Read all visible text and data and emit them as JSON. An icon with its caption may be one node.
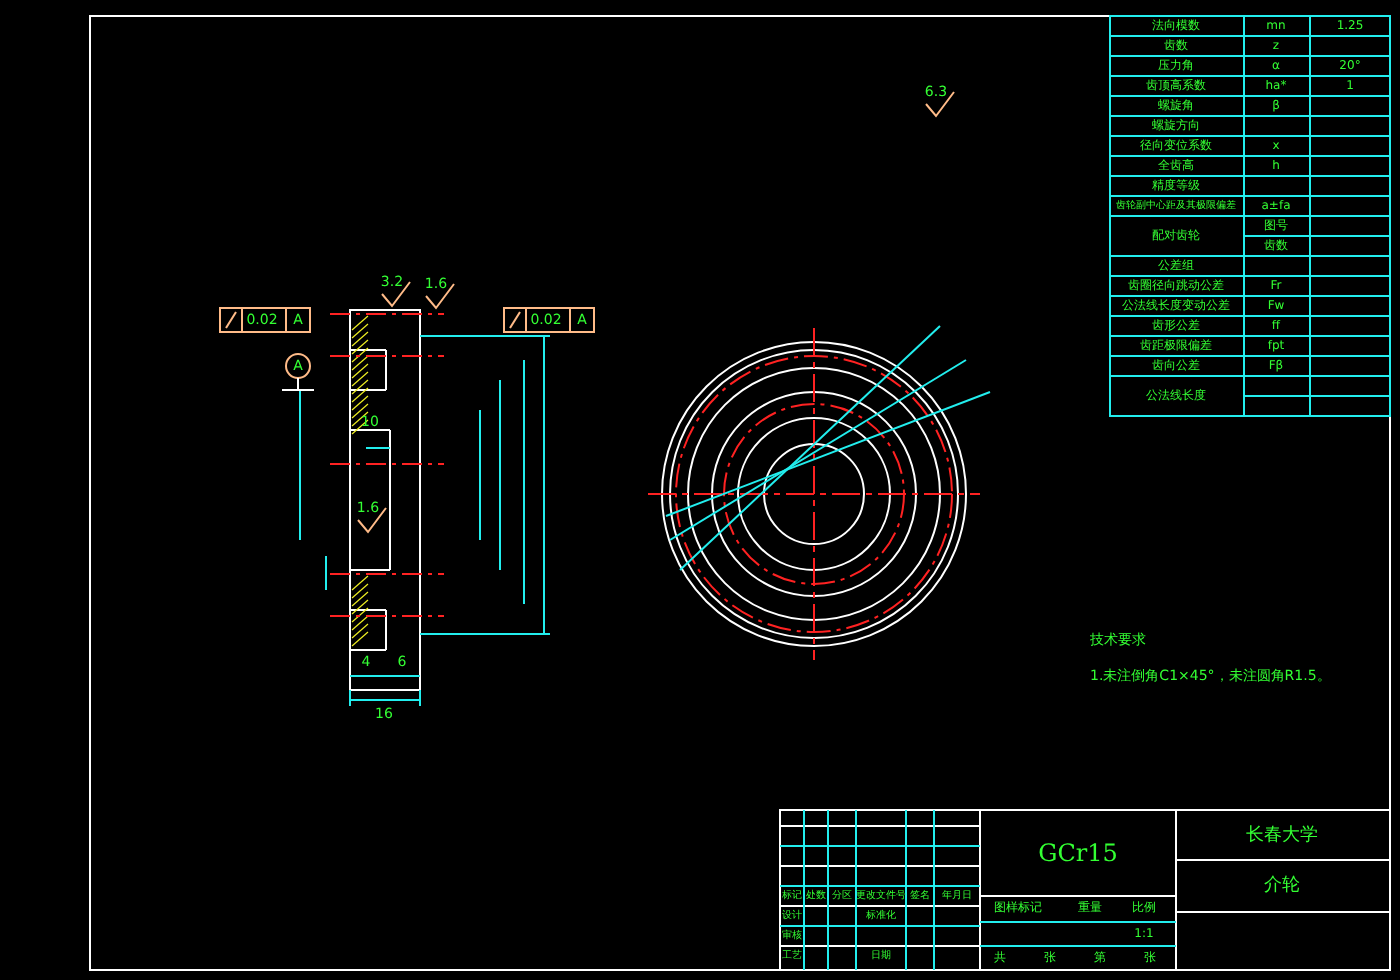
{
  "diagram": {
    "labels": [
      "6.3",
      "3.2",
      "1.6",
      "0.02",
      "A",
      "0.02",
      "A",
      "A",
      "10",
      "1.6",
      "4",
      "6",
      "16",
      "法向模数",
      "mn",
      "1.25",
      "齿数",
      "z",
      "压力角",
      "α",
      "20°",
      "齿顶高系数",
      "ha*",
      "1",
      "螺旋角",
      "β",
      "螺旋方向",
      "径向变位系数",
      "x",
      "全齿高",
      "h",
      "精度等级",
      "齿轮副中心距及其极限偏差",
      "a±fa",
      "配对齿轮",
      "图号",
      "齿数",
      "公差组",
      "齿圈径向跳动公差",
      "Fr",
      "公法线长度变动公差",
      "Fw",
      "齿形公差",
      "ff",
      "齿距极限偏差",
      "fpt",
      "齿向公差",
      "Fβ",
      "公法线长度",
      "技术要求",
      "1.未注倒角C1×45°，未注圆角R1.5。",
      "GCr15",
      "长春大学",
      "介轮",
      "标记",
      "处数",
      "分区",
      "更改文件号",
      "签名",
      "年月日",
      "设计",
      "标准化",
      "审核",
      "工艺",
      "日期",
      "图样标记",
      "重量",
      "比例",
      "1:1",
      "共",
      "张",
      "第",
      "张"
    ]
  }
}
